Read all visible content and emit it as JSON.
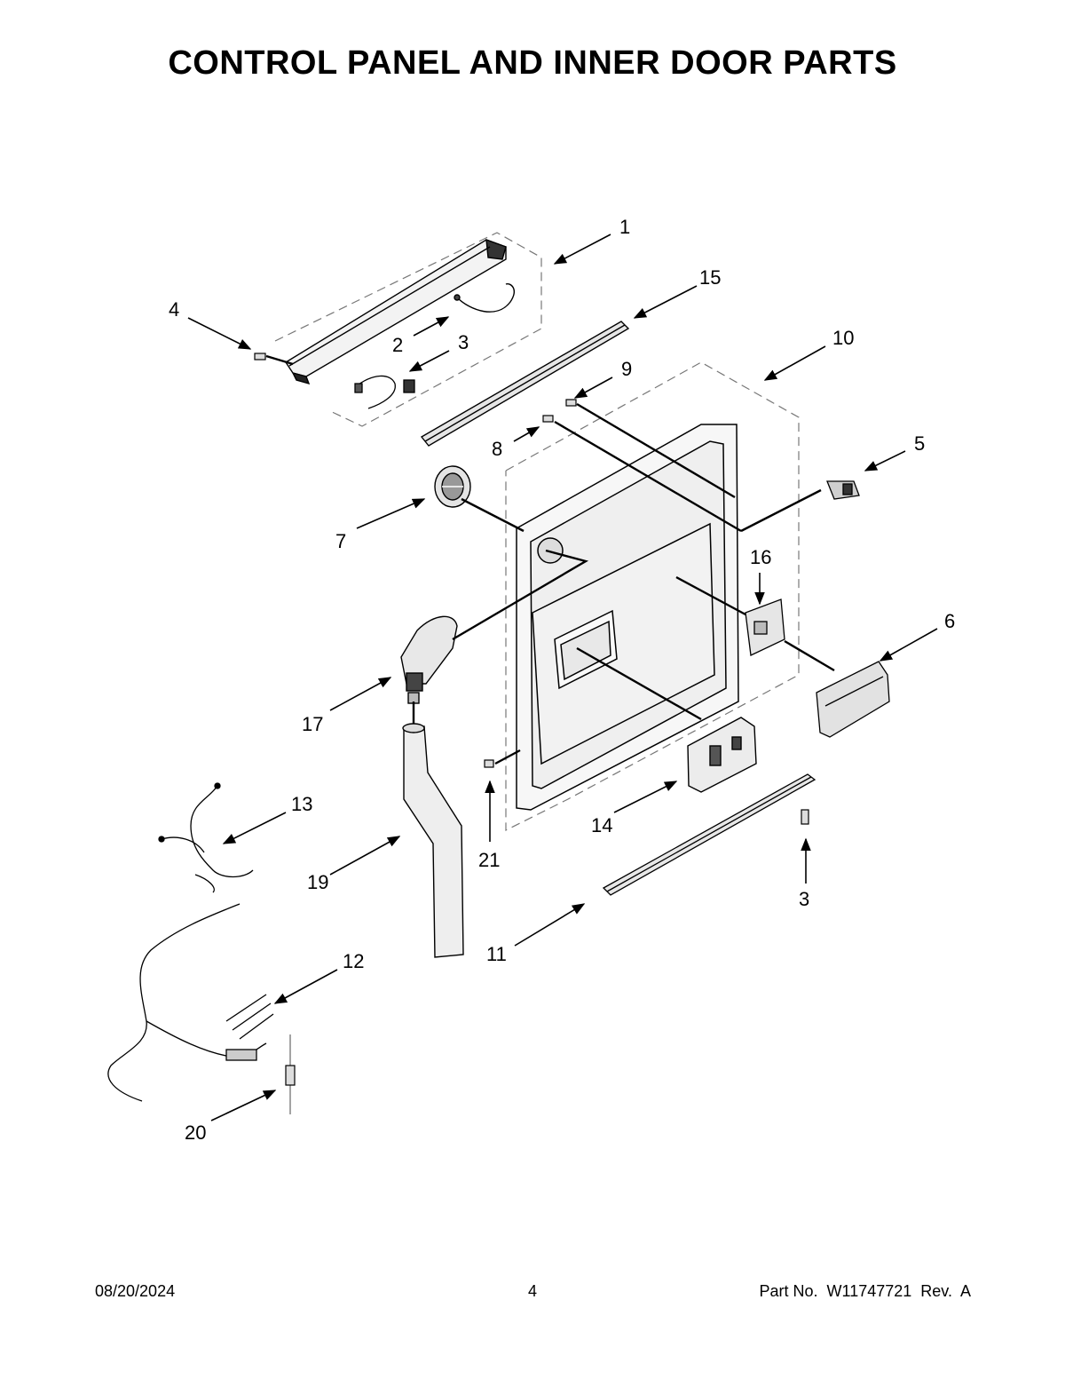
{
  "page": {
    "title": "CONTROL PANEL AND INNER DOOR PARTS",
    "footer": {
      "date": "08/20/2024",
      "page_number": "4",
      "part_number": "Part No.  W11747721  Rev.  A"
    }
  },
  "callouts": [
    {
      "id": "c1",
      "label": "1"
    },
    {
      "id": "c15",
      "label": "15"
    },
    {
      "id": "c4",
      "label": "4"
    },
    {
      "id": "c2",
      "label": "2"
    },
    {
      "id": "c3a",
      "label": "3"
    },
    {
      "id": "c10",
      "label": "10"
    },
    {
      "id": "c9",
      "label": "9"
    },
    {
      "id": "c8",
      "label": "8"
    },
    {
      "id": "c5",
      "label": "5"
    },
    {
      "id": "c7",
      "label": "7"
    },
    {
      "id": "c16",
      "label": "16"
    },
    {
      "id": "c6",
      "label": "6"
    },
    {
      "id": "c17",
      "label": "17"
    },
    {
      "id": "c13",
      "label": "13"
    },
    {
      "id": "c14",
      "label": "14"
    },
    {
      "id": "c21",
      "label": "21"
    },
    {
      "id": "c3b",
      "label": "3"
    },
    {
      "id": "c19",
      "label": "19"
    },
    {
      "id": "c11",
      "label": "11"
    },
    {
      "id": "c12",
      "label": "12"
    },
    {
      "id": "c20",
      "label": "20"
    }
  ]
}
